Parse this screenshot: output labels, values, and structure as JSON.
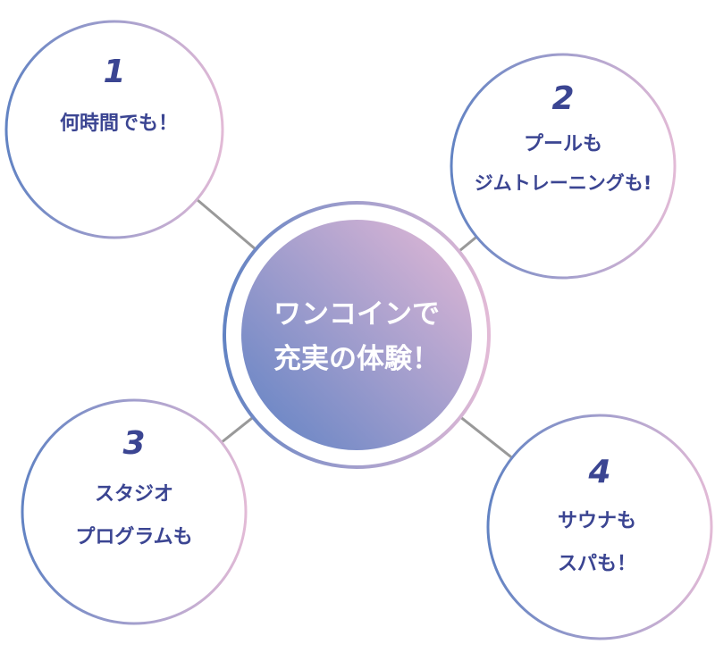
{
  "center": {
    "lines": [
      "ワンコインで",
      "充実の体験！"
    ]
  },
  "items": [
    {
      "number": "1",
      "lines": [
        "何時間でも！"
      ]
    },
    {
      "number": "2",
      "lines": [
        "プールも",
        "ジムトレーニングも!"
      ]
    },
    {
      "number": "3",
      "lines": [
        "スタジオ",
        "プログラムも"
      ]
    },
    {
      "number": "4",
      "lines": [
        "サウナも",
        "スパも！"
      ]
    }
  ],
  "colors": {
    "text": "#3b4592",
    "gradient_start": "#5f82c4",
    "gradient_end": "#e4b9d6",
    "connector": "#999999"
  }
}
